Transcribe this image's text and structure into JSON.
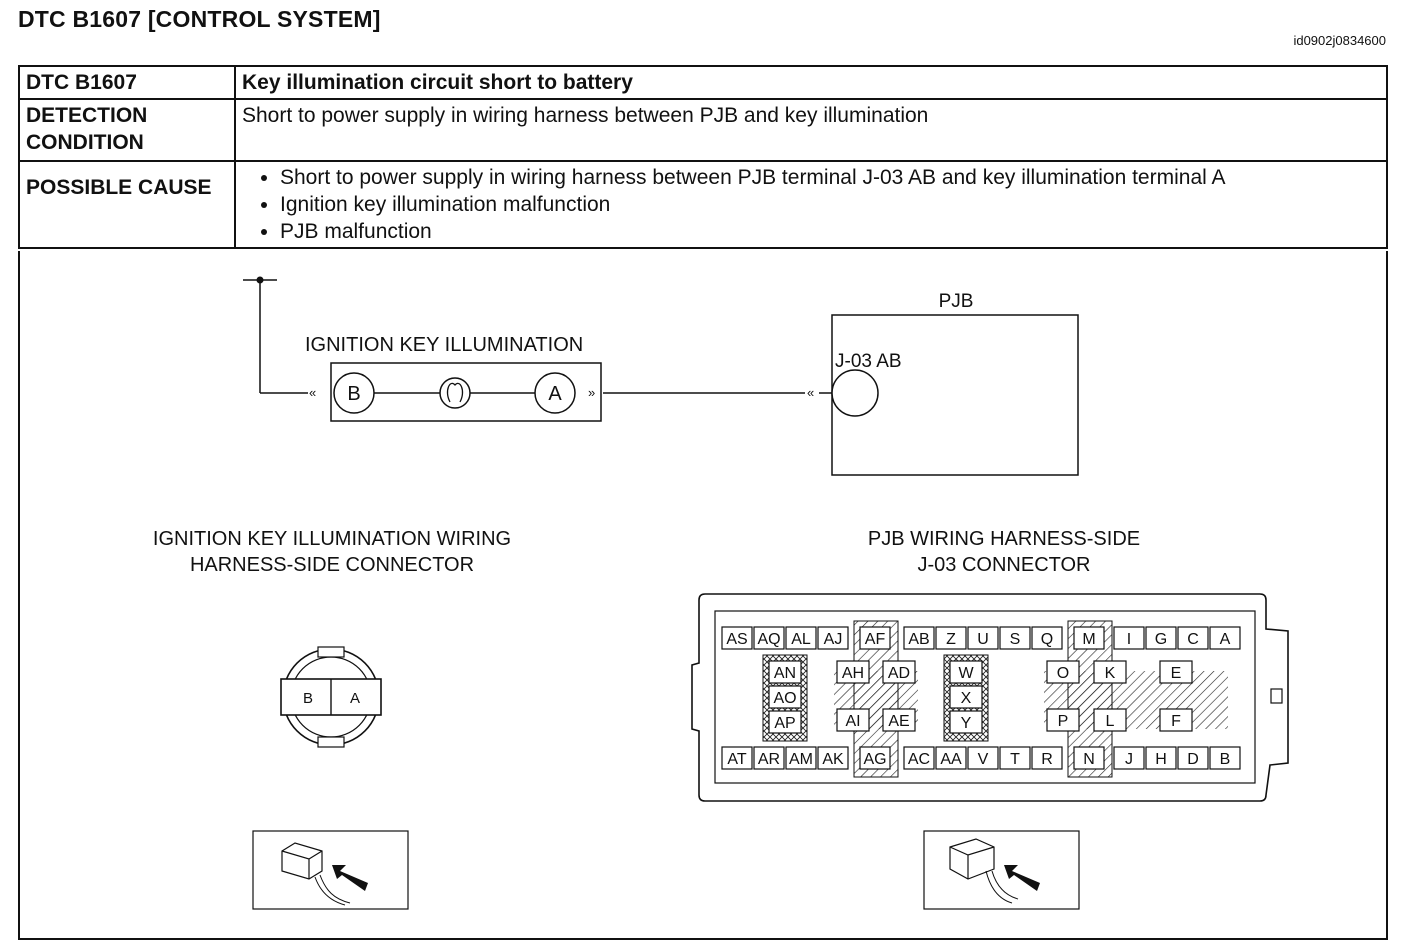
{
  "title": "DTC B1607 [CONTROL SYSTEM]",
  "doc_id": "id0902j0834600",
  "table": {
    "row1_label": "DTC B1607",
    "row1_value": "Key illumination circuit short to battery",
    "row2_label": "DETECTION CONDITION",
    "row2_value": "Short to power supply in wiring harness between PJB and key illumination",
    "row3_label": "POSSIBLE CAUSE",
    "causes": [
      "Short to power supply in wiring harness between PJB terminal J-03 AB and key illumination terminal A",
      "Ignition key illumination malfunction",
      "PJB malfunction"
    ]
  },
  "circuit": {
    "component_label": "IGNITION KEY ILLUMINATION",
    "terminal_b": "B",
    "terminal_a": "A",
    "pjb_label": "PJB",
    "pjb_terminal": "J-03 AB"
  },
  "connector_left": {
    "title_line1": "IGNITION KEY ILLUMINATION WIRING",
    "title_line2": "HARNESS-SIDE CONNECTOR",
    "pins": [
      "B",
      "A"
    ]
  },
  "connector_right": {
    "title_line1": "PJB WIRING HARNESS-SIDE",
    "title_line2": "J-03 CONNECTOR",
    "top_row": [
      "AS",
      "AQ",
      "AL",
      "AJ",
      "AF",
      "AB",
      "Z",
      "U",
      "S",
      "Q",
      "M",
      "I",
      "G",
      "C",
      "A"
    ],
    "bottom_row": [
      "AT",
      "AR",
      "AM",
      "AK",
      "AG",
      "AC",
      "AA",
      "V",
      "T",
      "R",
      "N",
      "J",
      "H",
      "D",
      "B"
    ],
    "col_a": [
      "AN",
      "AO",
      "AP"
    ],
    "col_b_left": [
      "AH",
      "AI"
    ],
    "col_b_right": [
      "AD",
      "AE"
    ],
    "col_c": [
      "W",
      "X",
      "Y"
    ],
    "col_d_left": [
      "O",
      "P"
    ],
    "col_d_mid": [
      "K",
      "L"
    ],
    "col_d_right": [
      "E",
      "F"
    ]
  }
}
